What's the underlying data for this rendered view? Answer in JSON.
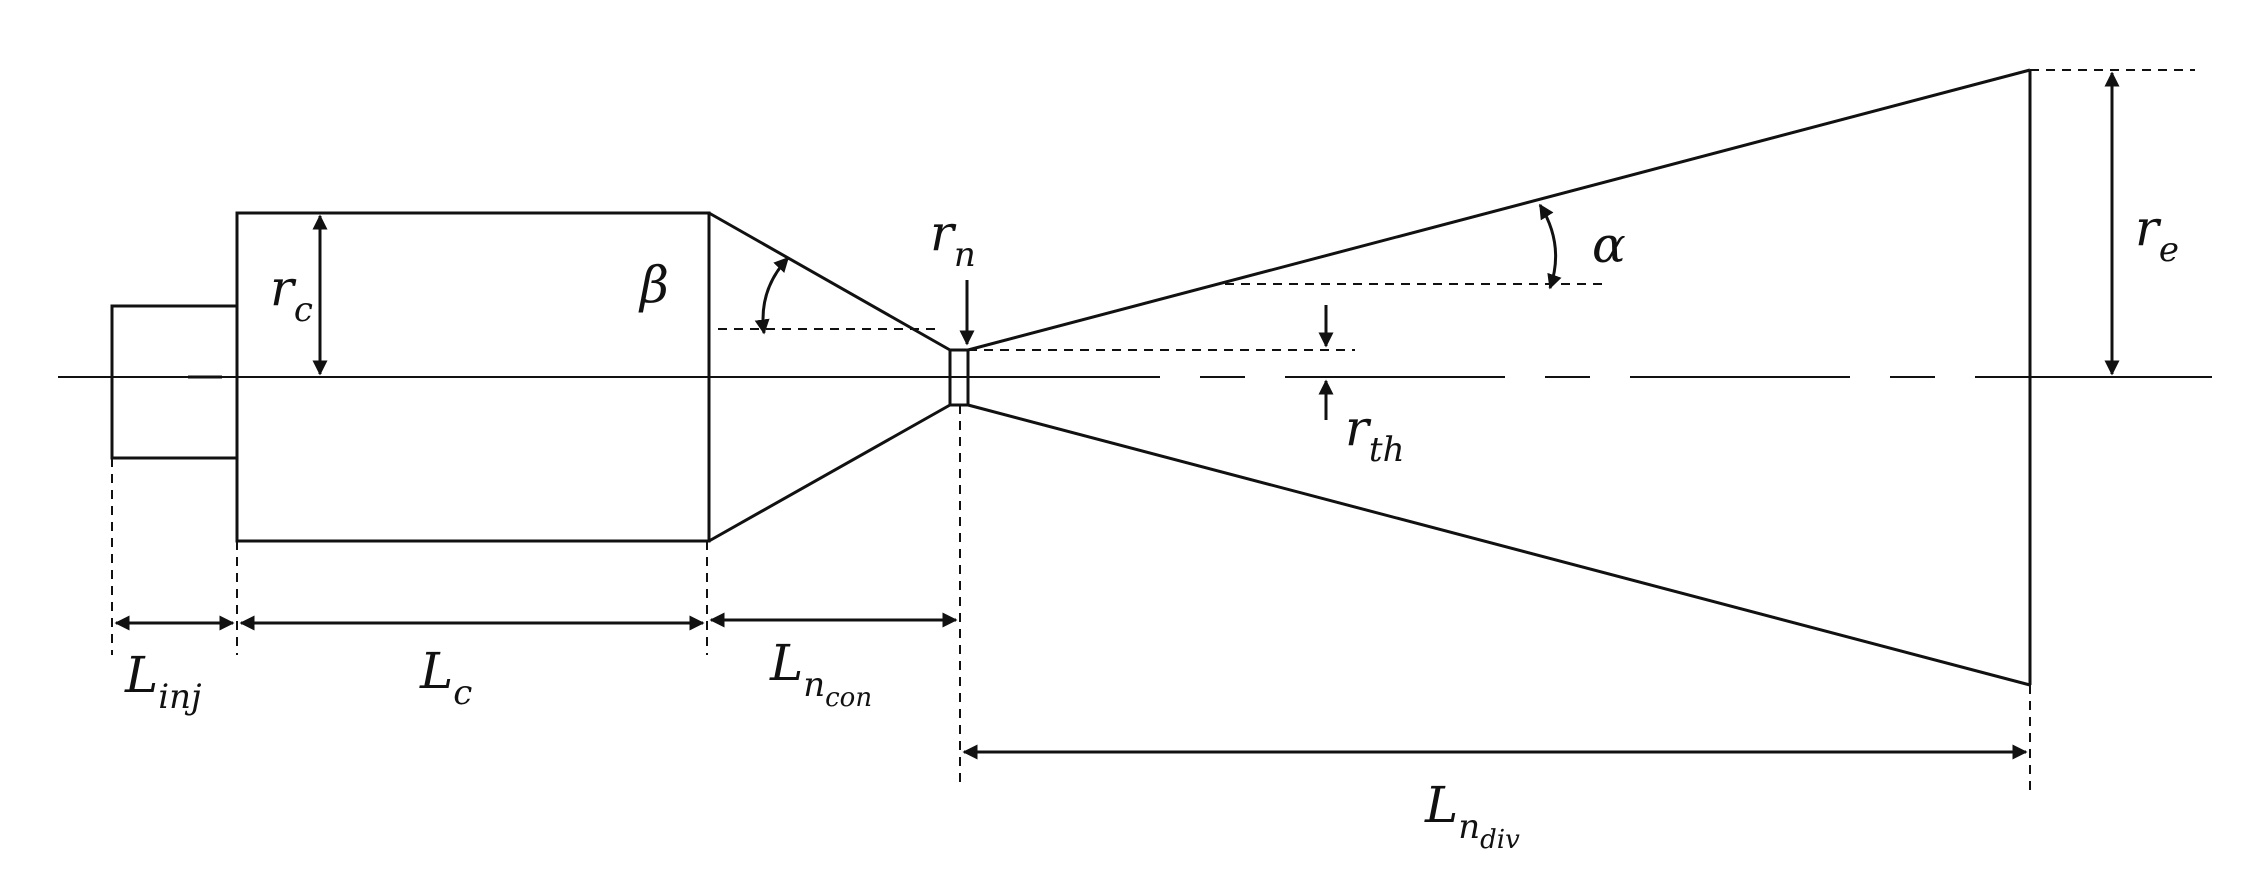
{
  "labels": {
    "r_c": {
      "base": "r",
      "sub": "c"
    },
    "beta": {
      "text": "β"
    },
    "r_n": {
      "base": "r",
      "sub": "n"
    },
    "alpha": {
      "text": "α"
    },
    "r_e": {
      "base": "r",
      "sub": "e"
    },
    "r_th": {
      "base": "r",
      "sub": "th"
    },
    "L_inj": {
      "base": "L",
      "sub": "inj"
    },
    "L_c": {
      "base": "L",
      "sub": "c"
    },
    "L_ncon": {
      "base": "L",
      "sub": "n",
      "subsub": "con"
    },
    "L_ndiv": {
      "base": "L",
      "sub": "n",
      "subsub": "div"
    }
  },
  "colors": {
    "stroke": "#111111",
    "background": "#ffffff"
  }
}
